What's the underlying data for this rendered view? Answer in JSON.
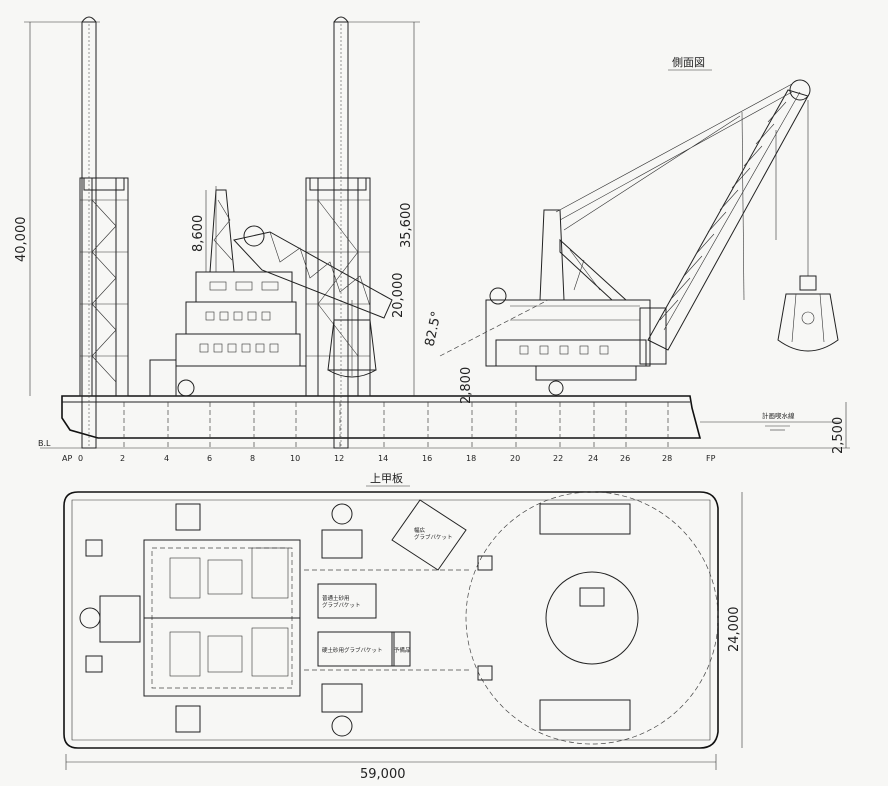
{
  "titles": {
    "side_view": "側面図",
    "upper_deck": "上甲板"
  },
  "dimensions": {
    "height_total": "40,000",
    "spud_height": "35,600",
    "crane_height": "8,600",
    "boom_height": "20,000",
    "angle": "82.5°",
    "draft_mark": "2,800",
    "depth": "2,500",
    "beam": "24,000",
    "length": "59,000"
  },
  "labels": {
    "ap": "AP",
    "fp": "FP",
    "bl": "B.L",
    "draft_line": "計画喫水線"
  },
  "frame_ticks": [
    "0",
    "2",
    "4",
    "6",
    "8",
    "10",
    "12",
    "14",
    "16",
    "18",
    "20",
    "22",
    "24",
    "26",
    "28"
  ],
  "deck_labels": {
    "grab_large": "幅広\nグラブバケット",
    "grab_normal": "普通土砂用\nグラブバケット",
    "grab_hard": "硬土砂用グラブバケット",
    "spare": "予備品"
  }
}
